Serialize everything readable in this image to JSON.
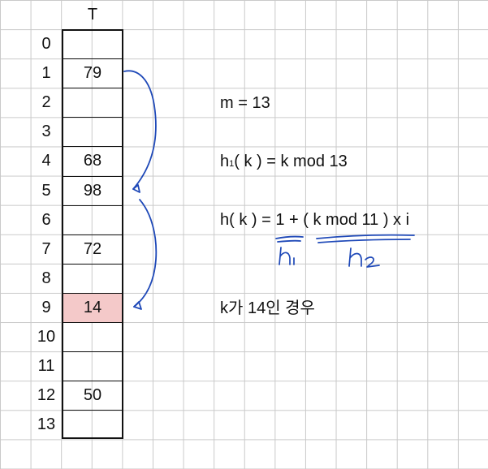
{
  "table": {
    "header": "T",
    "indices": [
      "0",
      "1",
      "2",
      "3",
      "4",
      "5",
      "6",
      "7",
      "8",
      "9",
      "10",
      "11",
      "12",
      "13"
    ],
    "values": [
      "",
      "79",
      "",
      "",
      "68",
      "98",
      "",
      "72",
      "",
      "14",
      "",
      "",
      "50",
      ""
    ],
    "highlight_index": 9,
    "highlight_color": "#f4c9c9"
  },
  "notes": {
    "m_line": "m = 13",
    "h1_prefix": "h",
    "h1_sub": "1",
    "h1_rest": "( k ) = k mod 13",
    "h_line": "h( k ) = 1 + ( k mod 11 ) x i",
    "case_line": "k가 14인 경우"
  },
  "annotations": {
    "h1_label": "h₁",
    "h2_label": "h₂",
    "ink_color": "#1f49b8"
  }
}
